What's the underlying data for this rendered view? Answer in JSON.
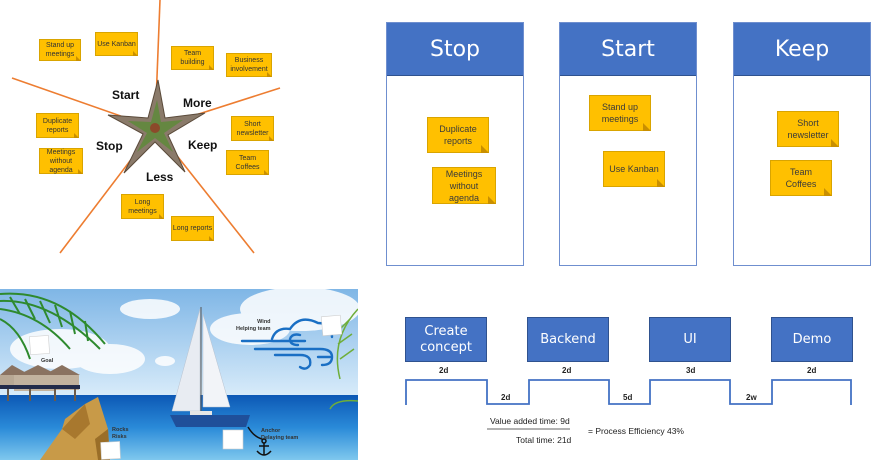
{
  "starfish": {
    "sections": [
      "Start",
      "More",
      "Keep",
      "Less",
      "Stop"
    ],
    "notes": [
      {
        "text": "Stand up meetings"
      },
      {
        "text": "Use Kanban"
      },
      {
        "text": "Team building"
      },
      {
        "text": "Business involvement"
      },
      {
        "text": "Duplicate reports"
      },
      {
        "text": "Meetings without agenda"
      },
      {
        "text": "Short newsletter"
      },
      {
        "text": "Team Coffees"
      },
      {
        "text": "Long meetings"
      },
      {
        "text": "Long reports"
      }
    ]
  },
  "board": {
    "columns": [
      {
        "title": "Stop",
        "notes": [
          "Duplicate reports",
          "Meetings without agenda"
        ]
      },
      {
        "title": "Start",
        "notes": [
          "Stand up meetings",
          "Use Kanban"
        ]
      },
      {
        "title": "Keep",
        "notes": [
          "Short newsletter",
          "Team Coffees"
        ]
      }
    ]
  },
  "sailboat": {
    "labels": {
      "goal": "Goal",
      "wind": "Wind\nHelping team",
      "rocks": "Rocks\nRisks",
      "anchor": "Anchor\nDelaying team"
    }
  },
  "value_stream": {
    "steps": [
      {
        "label": "Create concept",
        "duration": "2d"
      },
      {
        "label": "Backend",
        "duration": "2d"
      },
      {
        "label": "UI",
        "duration": "3d"
      },
      {
        "label": "Demo",
        "duration": "2d"
      }
    ],
    "waits": [
      "2d",
      "5d",
      "2w"
    ],
    "value_added": "Value added time: 9d",
    "total": "Total time: 21d",
    "efficiency": "= Process Efficiency 43%"
  },
  "colors": {
    "sticky": "#ffc000",
    "header_blue": "#4472c4",
    "line_orange": "#ed7d31",
    "stream_line": "#4472c4"
  }
}
